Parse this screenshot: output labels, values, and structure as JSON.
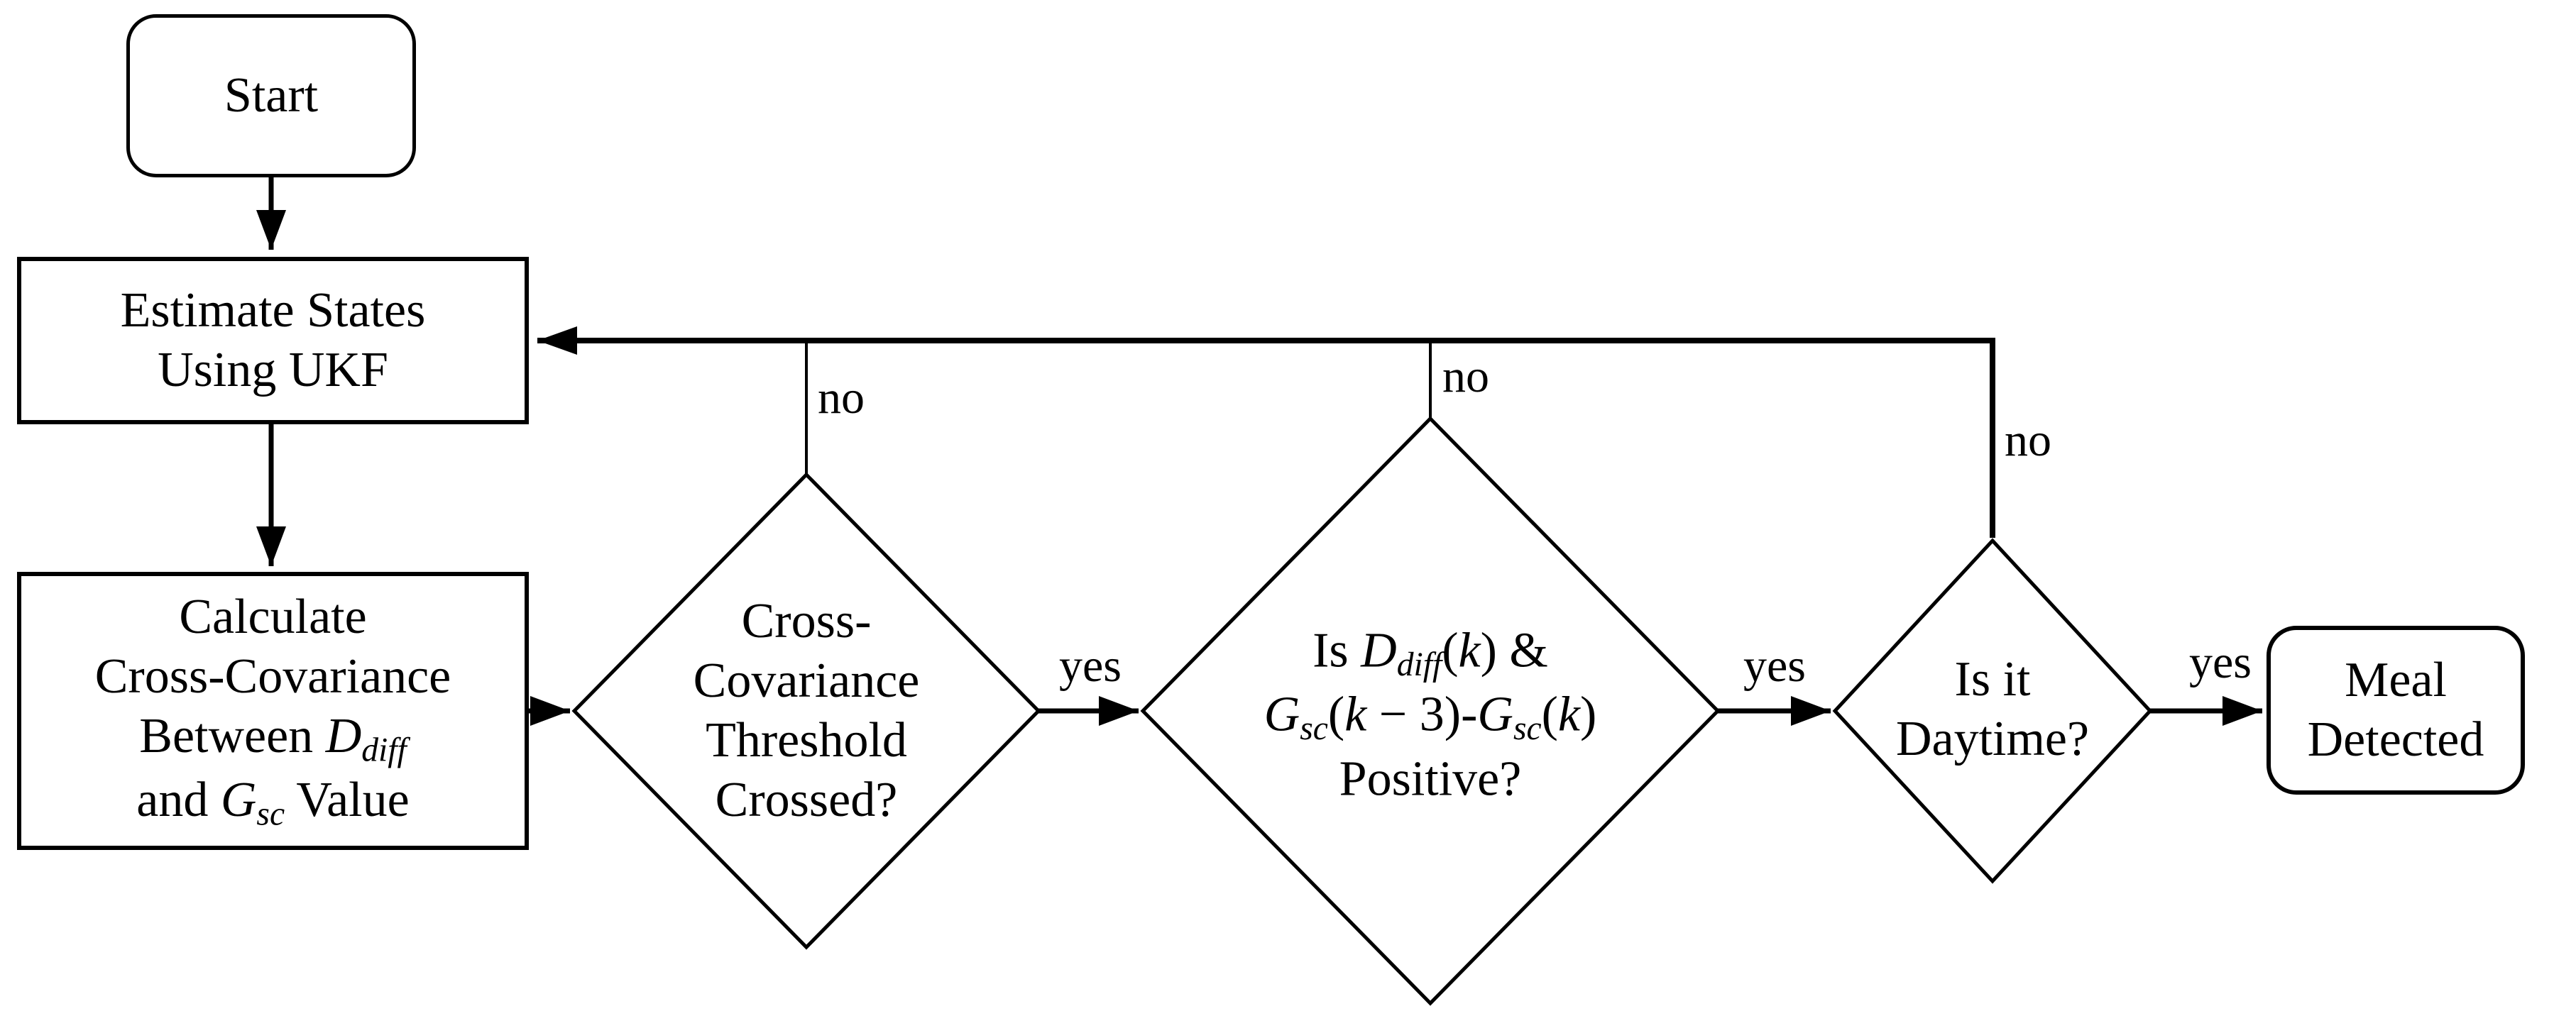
{
  "colors": {
    "ink": "#000000",
    "background": "#ffffff"
  },
  "nodes": {
    "start": {
      "label": "Start"
    },
    "estimate": {
      "line1": "Estimate States",
      "line2": "Using UKF"
    },
    "calculate": {
      "line1": "Calculate",
      "line2": "Cross-Covariance",
      "line3_text": "Between ",
      "line3_var": "D",
      "line3_sub": "diff",
      "line4_text": "and ",
      "line4_var": "G",
      "line4_sub": "sc",
      "line4_tail": " Value"
    },
    "threshold": {
      "line1": "Cross-",
      "line2": "Covariance",
      "line3": "Threshold",
      "line4": "Crossed?"
    },
    "positive": {
      "l1_pre": "Is ",
      "l1_var": "D",
      "l1_sub": "diff",
      "l1_open": "(",
      "l1_k": "k",
      "l1_close": ") &",
      "l2_var1": "G",
      "l2_sub1": "sc",
      "l2_open1": "(",
      "l2_k1": "k",
      "l2_mid": " − 3",
      "l2_close1": ")-",
      "l2_var2": "G",
      "l2_sub2": "sc",
      "l2_open2": "(",
      "l2_k2": "k",
      "l2_close2": ")",
      "l3": "Positive?"
    },
    "daytime": {
      "line1": "Is it",
      "line2": "Daytime?"
    },
    "meal": {
      "line1": "Meal",
      "line2": "Detected"
    }
  },
  "edge_labels": {
    "no1": "no",
    "no2": "no",
    "no3": "no",
    "yes1": "yes",
    "yes2": "yes",
    "yes3": "yes"
  }
}
